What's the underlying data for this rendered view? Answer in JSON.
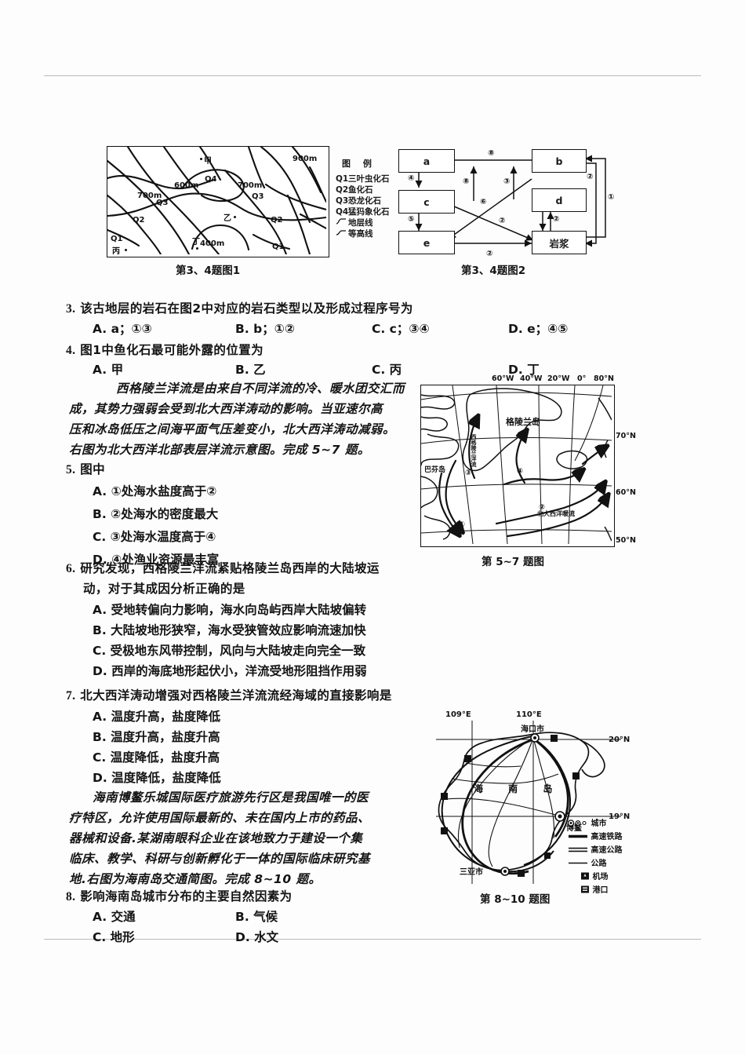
{
  "figure1": {
    "caption": "第3、4题图1",
    "elevation_labels": [
      "900m",
      "700m",
      "600m",
      "700m",
      "400m"
    ],
    "strata_labels": [
      "Q4",
      "Q3",
      "Q3",
      "Q2",
      "Q2",
      "Q1",
      "Q1"
    ],
    "point_labels": [
      "甲",
      "乙",
      "丙",
      "丁"
    ],
    "legend": {
      "title": "图 例",
      "items": [
        {
          "key": "Q1",
          "label": "三叶虫化石"
        },
        {
          "key": "Q2",
          "label": "鱼化石"
        },
        {
          "key": "Q3",
          "label": "恐龙化石"
        },
        {
          "key": "Q4",
          "label": "猛犸象化石"
        },
        {
          "key": "line-strata",
          "label": "地层线"
        },
        {
          "key": "line-contour",
          "label": "等高线"
        }
      ]
    }
  },
  "figure2": {
    "caption": "第3、4题图2",
    "boxes": [
      "a",
      "b",
      "c",
      "d",
      "e",
      "岩浆"
    ],
    "arrow_numbers": [
      "①",
      "②",
      "③",
      "④",
      "⑤",
      "⑥",
      "⑧"
    ]
  },
  "questions": [
    {
      "number": "3.",
      "stem": "该古地层的岩石在图2中对应的岩石类型以及形成过程序号为",
      "options": [
        {
          "label": "A.",
          "text": "a；①③"
        },
        {
          "label": "B.",
          "text": "b；①②"
        },
        {
          "label": "C.",
          "text": "c；③④"
        },
        {
          "label": "D.",
          "text": "e；④⑤"
        }
      ]
    },
    {
      "number": "4.",
      "stem": "图1中鱼化石最可能外露的位置为",
      "options": [
        {
          "label": "A.",
          "text": "甲"
        },
        {
          "label": "B.",
          "text": "乙"
        },
        {
          "label": "C.",
          "text": "丙"
        },
        {
          "label": "D.",
          "text": "丁"
        }
      ]
    },
    {
      "number": "5.",
      "stem": "图中",
      "options": [
        {
          "label": "A.",
          "text": "①处海水盐度高于②"
        },
        {
          "label": "B.",
          "text": "②处海水的密度最大"
        },
        {
          "label": "C.",
          "text": "③处海水温度高于④"
        },
        {
          "label": "D.",
          "text": "④处渔业资源最丰富"
        }
      ]
    },
    {
      "number": "6.",
      "stem": "研究发现，西格陵兰洋流紧贴格陵兰岛西岸的大陆坡运",
      "stem2": "动，对于其成因分析正确的是",
      "options": [
        {
          "label": "A.",
          "text": "受地转偏向力影响，海水向岛屿西岸大陆坡偏转"
        },
        {
          "label": "B.",
          "text": "大陆坡地形狭窄，海水受狭管效应影响流速加快"
        },
        {
          "label": "C.",
          "text": "受极地东风带控制，风向与大陆坡走向完全一致"
        },
        {
          "label": "D.",
          "text": "西岸的海底地形起伏小，洋流受地形阻挡作用弱"
        }
      ]
    },
    {
      "number": "7.",
      "stem": "北大西洋涛动增强对西格陵兰洋流流经海域的直接影响是",
      "options": [
        {
          "label": "A.",
          "text": "温度升高，盐度降低"
        },
        {
          "label": "B.",
          "text": "温度升高，盐度升高"
        },
        {
          "label": "C.",
          "text": "温度降低，盐度升高"
        },
        {
          "label": "D.",
          "text": "温度降低，盐度降低"
        }
      ]
    },
    {
      "number": "8.",
      "stem": "影响海南岛城市分布的主要自然因素为",
      "options": [
        {
          "label": "A.",
          "text": "交通"
        },
        {
          "label": "B.",
          "text": "气候"
        },
        {
          "label": "C.",
          "text": "地形"
        },
        {
          "label": "D.",
          "text": "水文"
        }
      ]
    }
  ],
  "passages": [
    {
      "id": "north-atlantic",
      "lines": [
        "西格陵兰洋流是由来自不同洋流的冷、暖水团交汇而",
        "成，其势力强弱会受到北大西洋涛动的影响。当亚速尔高",
        "压和冰岛低压之间海平面气压差变小，北大西洋涛动减弱。",
        "右图为北大西洋北部表层洋流示意图。完成 5~7 题。"
      ]
    },
    {
      "id": "hainan",
      "lines": [
        "海南博鳌乐城国际医疗旅游先行区是我国唯一的医",
        "疗特区，允许使用国际最新的、未在国内上市的药品、",
        "器械和设备.某湖南眼科企业在该地致力于建设一个集",
        "临床、教学、科研与创新孵化于一体的国际临床研究基",
        "地.右图为海南岛交通简图。完成 8~10 题。"
      ]
    }
  ],
  "atlantic_map": {
    "caption": "第 5~7 题图",
    "lon_labels": [
      "60°W",
      "40°W",
      "20°W",
      "0°"
    ],
    "lat_labels": [
      "80°N",
      "70°N",
      "60°N",
      "50°N"
    ],
    "place_labels": [
      "格陵兰岛",
      "巴芬岛",
      "西格陵兰洋流",
      "北大西洋暖流"
    ],
    "current_numbers": [
      "①",
      "②",
      "③",
      "④"
    ]
  },
  "hainan_map": {
    "caption": "第 8~10 题图",
    "lon_labels": [
      "109°E",
      "110°E"
    ],
    "lat_labels": [
      "20°N",
      "19°N"
    ],
    "place_labels": [
      "海口市",
      "海 南 岛",
      "博鳌",
      "三亚市"
    ],
    "legend": [
      {
        "key": "city-symbol",
        "label": "城市"
      },
      {
        "key": "hsr-line",
        "label": "高速铁路"
      },
      {
        "key": "expressway-line",
        "label": "高速公路"
      },
      {
        "key": "road-line",
        "label": "公路"
      },
      {
        "key": "airport-symbol",
        "label": "机场"
      },
      {
        "key": "port-symbol",
        "label": "港口"
      }
    ]
  }
}
